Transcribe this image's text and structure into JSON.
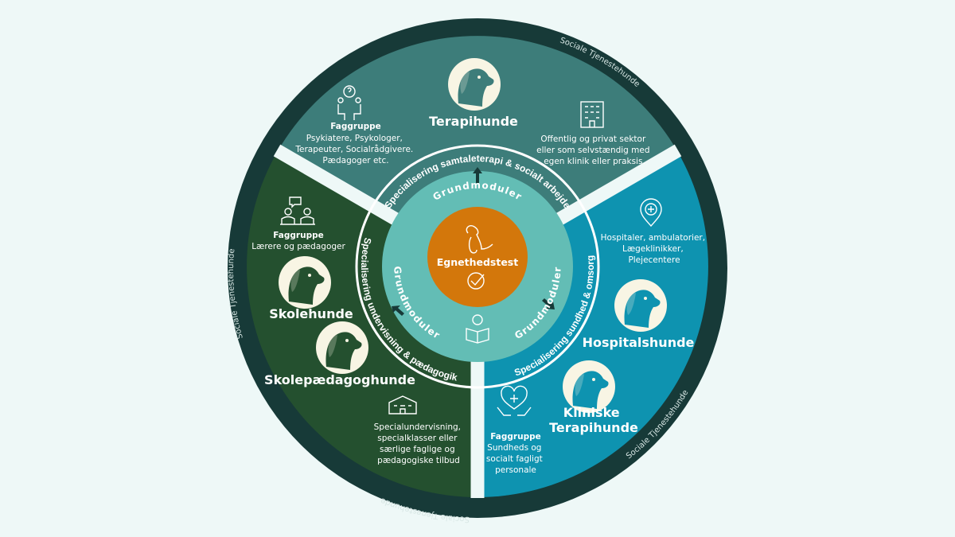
{
  "outer_ring": {
    "label": "Sociale Tjenestehunde"
  },
  "center": {
    "label": "Egnethedstest"
  },
  "grundmoduler": {
    "label": "Grundmoduler"
  },
  "sectors": {
    "top": {
      "title": "Terapihunde",
      "specialisation": "Specialisering samtaleterapi & socialt arbejde",
      "faggruppe_label": "Faggruppe",
      "faggruppe_lines": [
        "Psykiatere, Psykologer,",
        "Terapeuter, Socialrådgivere.",
        "Pædagoger etc."
      ],
      "workplace_lines": [
        "Offentlig og privat sektor",
        "eller som selvstændig med",
        "egen klinik eller praksis."
      ],
      "color": "#3d7d7a"
    },
    "left": {
      "titles": [
        "Skolehunde",
        "Skolepædagoghunde"
      ],
      "specialisation": "Specialisering undervisning & pædagogik",
      "faggruppe_label": "Faggruppe",
      "faggruppe_lines": [
        "Lærere og pædagoger"
      ],
      "workplace_lines": [
        "Specialundervisning,",
        "specialklasser eller",
        "særlige faglige og",
        "pædagogiske tilbud"
      ],
      "color": "#24502f"
    },
    "right": {
      "titles": [
        "Hospitalshunde",
        "Kliniske",
        "Terapihunde"
      ],
      "specialisation": "Specialisering sundhed & omsorg",
      "faggruppe_label": "Faggruppe",
      "faggruppe_lines": [
        "Sundheds og",
        "socialt fagligt",
        "personale"
      ],
      "workplace_lines": [
        "Hospitaler, ambulatorier,",
        "Lægeklinikker,",
        "Plejecentere"
      ],
      "color": "#0e93b0"
    }
  },
  "colors": {
    "background": "#eef8f7",
    "outer_ring": "#173a38",
    "grund": "#63bdb5",
    "center": "#d3770b",
    "cream": "#f8f5e4"
  }
}
